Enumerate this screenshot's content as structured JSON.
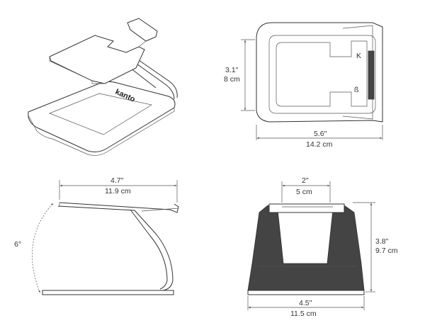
{
  "brand": {
    "logo_text": "kanto"
  },
  "views": {
    "top": {
      "height_in": "3.1\"",
      "height_cm": "8 cm",
      "width_in": "5.6\"",
      "width_cm": "14.2 cm"
    },
    "side": {
      "width_in": "4.7\"",
      "width_cm": "11.9 cm",
      "angle": "6°"
    },
    "front": {
      "top_in": "2\"",
      "top_cm": "5 cm",
      "height_in": "3.8\"",
      "height_cm": "9.7 cm",
      "base_in": "4.5\"",
      "base_cm": "11.5 cm"
    }
  }
}
